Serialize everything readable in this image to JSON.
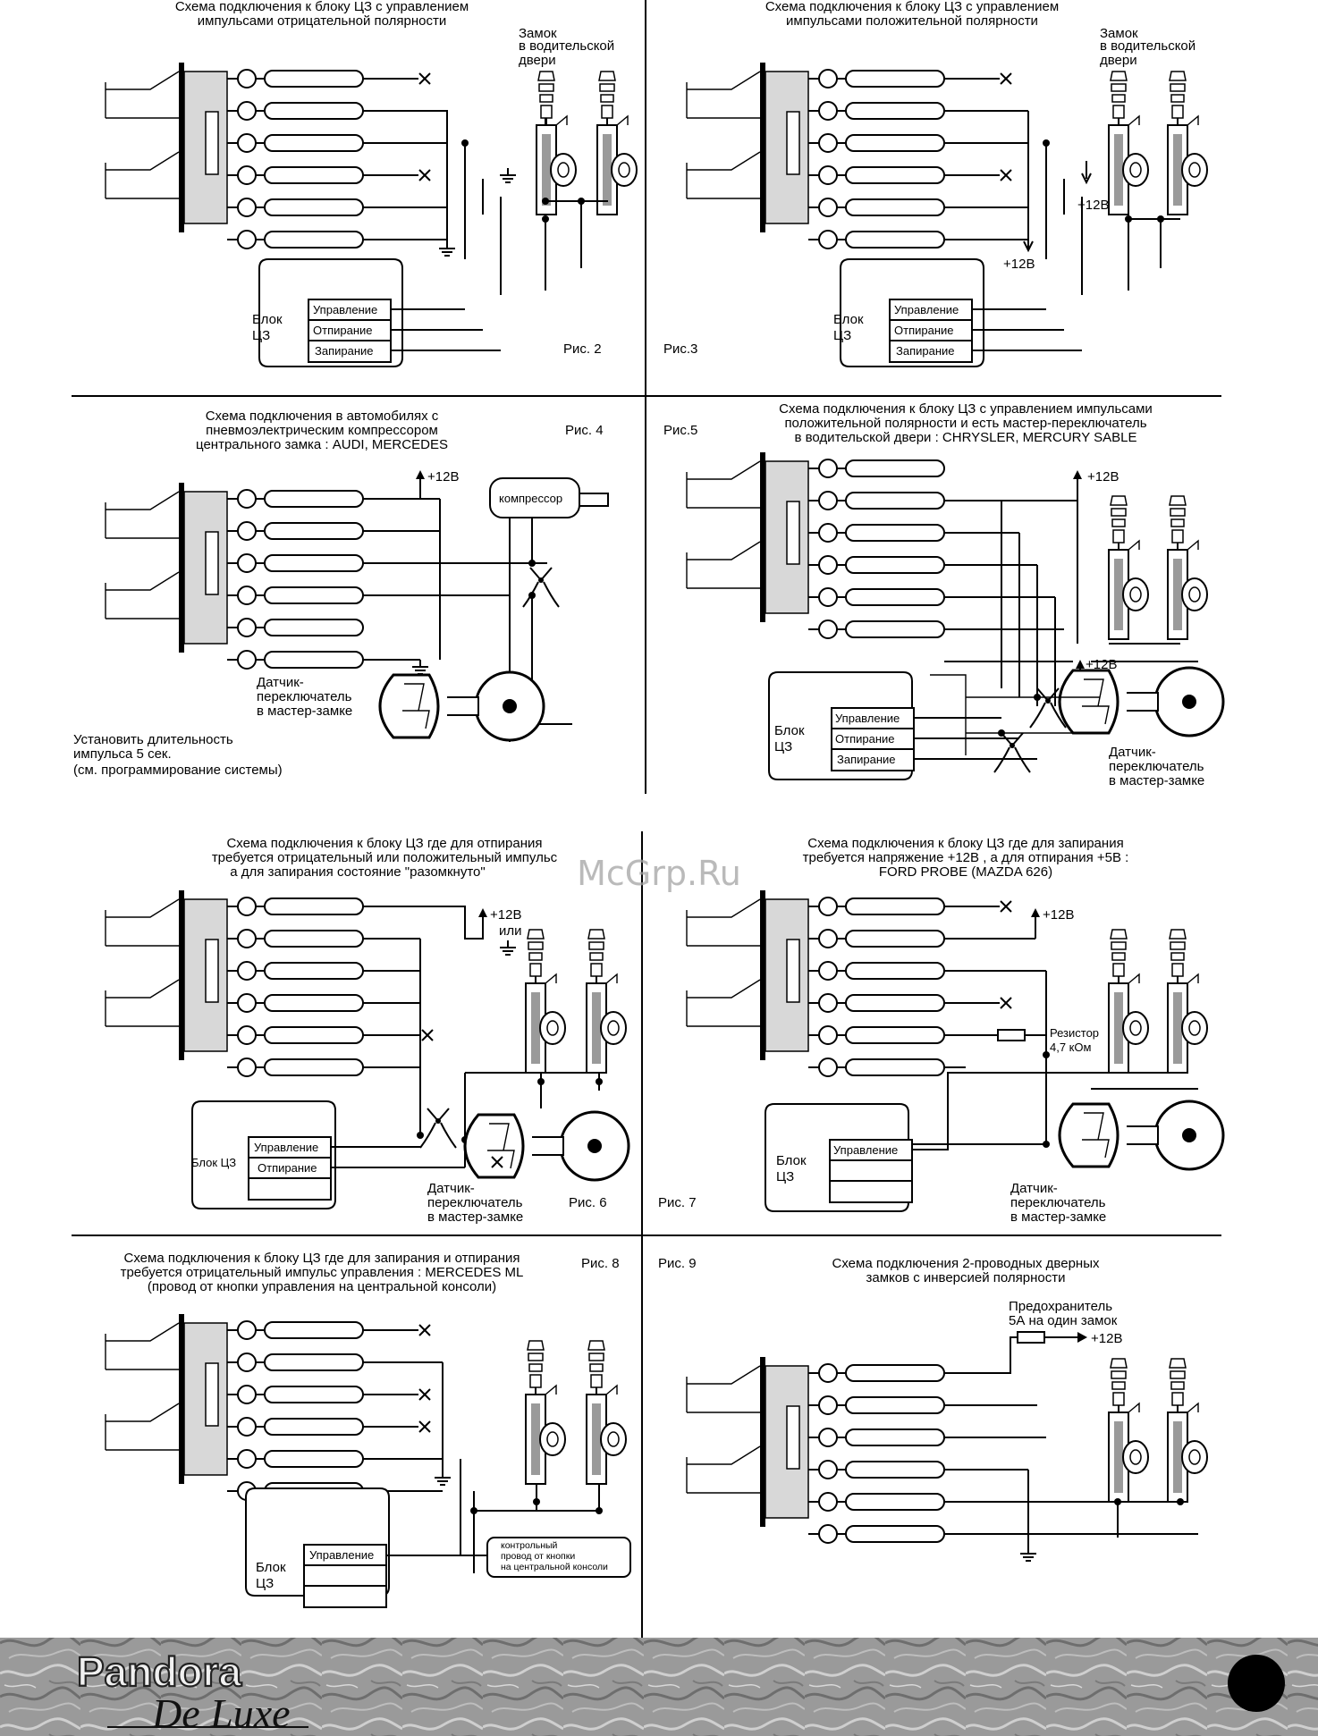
{
  "panels": [
    {
      "id": "fig2",
      "title": [
        "Схема подключения к блоку ЦЗ с управлением",
        "импульсами отрицательной полярности"
      ],
      "fig": "Рис. 2",
      "lock_label": [
        "Замок",
        "в водительской",
        "двери"
      ],
      "block": [
        "Блок",
        "ЦЗ"
      ],
      "rows": [
        "Управление",
        "Отпирание",
        "Запирание"
      ]
    },
    {
      "id": "fig3",
      "title": [
        "Схема подключения к блоку ЦЗ с управлением",
        "импульсами положительной полярности"
      ],
      "fig": "Рис.3",
      "lock_label": [
        "Замок",
        "в водительской",
        "двери"
      ],
      "block": [
        "Блок",
        "ЦЗ"
      ],
      "rows": [
        "Управление",
        "Отпирание",
        "Запирание"
      ],
      "v1": "+12В",
      "v2": "+12В"
    },
    {
      "id": "fig4",
      "title": [
        "Схема подключения в автомобилях с",
        "пневмоэлектрическим компрессором",
        "центрального замка : AUDI, MERCEDES"
      ],
      "fig": "Рис. 4",
      "v1": "+12В",
      "compressor": "компрессор",
      "sensor": [
        "Датчик-",
        "переключатель",
        "в мастер-замке"
      ],
      "note": [
        "Установить длительность",
        "импульса 5 сек.",
        "(см. программирование системы)"
      ]
    },
    {
      "id": "fig5",
      "title": [
        "Схема подключения к блоку ЦЗ с управлением импульсами",
        "положительной полярности и есть мастер-переключатель",
        "в водительской двери : CHRYSLER, MERCURY SABLE"
      ],
      "fig": "Рис.5",
      "v1": "+12В",
      "v2": "+12В",
      "block": [
        "Блок",
        "ЦЗ"
      ],
      "rows": [
        "Управление",
        "Отпирание",
        "Запирание"
      ],
      "sensor": [
        "Датчик-",
        "переключатель",
        "в мастер-замке"
      ]
    },
    {
      "id": "fig6",
      "title": [
        "Схема подключения к блоку ЦЗ где для отпирания",
        "требуется отрицательный или положительный импульс",
        "а для запирания     состояние \"разомкнуто\""
      ],
      "fig": "Рис. 6",
      "v1": "+12В",
      "v1b": "или",
      "block_inline": "Блок ЦЗ",
      "rows": [
        "Управление",
        "Отпирание",
        ""
      ],
      "sensor": [
        "Датчик-",
        "переключатель",
        "в мастер-замке"
      ]
    },
    {
      "id": "fig7",
      "title": [
        "Схема подключения к блоку ЦЗ где для запирания",
        "требуется напряжение +12В , а для отпирания +5В :",
        "FORD PROBE (MAZDA 626)"
      ],
      "fig": "Рис. 7",
      "v1": "+12В",
      "resistor": [
        "Резистор",
        "4,7 кОм"
      ],
      "block": [
        "Блок",
        "ЦЗ"
      ],
      "rows": [
        "Управление",
        "",
        ""
      ],
      "sensor": [
        "Датчик-",
        "переключатель",
        "в мастер-замке"
      ]
    },
    {
      "id": "fig8",
      "title": [
        "Схема подключения к блоку ЦЗ где для запирания и отпирания",
        "требуется отрицательный импульс управления : MERCEDES ML",
        "(провод от кнопки управления на центральной консоли)"
      ],
      "fig": "Рис. 8",
      "block": [
        "Блок",
        "ЦЗ"
      ],
      "rows": [
        "Управление",
        "",
        ""
      ],
      "ctrl_note": [
        "контрольный",
        "провод от кнопки",
        "на центральной консоли"
      ]
    },
    {
      "id": "fig9",
      "title": [
        "Схема подключения 2-проводных дверных",
        "замков с инверсией полярности"
      ],
      "fig": "Рис. 9",
      "fuse": [
        "Предохранитель",
        "5А на один замок"
      ],
      "v1": "+12В"
    }
  ],
  "watermark": "McGrp.Ru",
  "footer": {
    "logo_main": "Pandora",
    "logo_sub": "De Luxe"
  }
}
